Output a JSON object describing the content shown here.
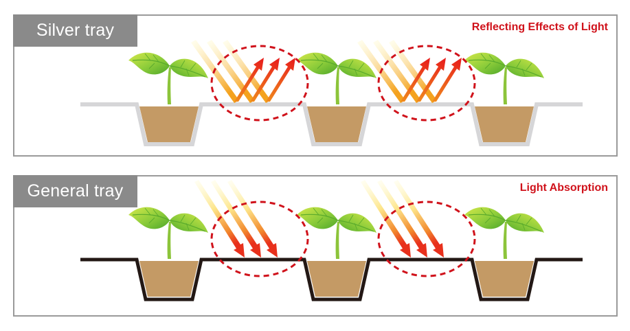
{
  "panels": [
    {
      "id": "silver",
      "label": "Silver tray",
      "caption": "Reflecting Effects of Light",
      "tray_color": "#d6d6d8",
      "light_behavior": "reflect"
    },
    {
      "id": "general",
      "label": "General tray",
      "caption": "Light Absorption",
      "tray_color": "#231815",
      "light_behavior": "absorb"
    }
  ],
  "colors": {
    "panel_label_bg": "#8a8a8a",
    "caption_red": "#d0121b",
    "soil": "#c49a65",
    "highlight_dash": "#d0121b",
    "leaf_light": "#c6e03c",
    "leaf_dark": "#5fb52e",
    "ray_start": "#fff7b0",
    "ray_mid": "#f2a31b",
    "ray_end": "#e8201c"
  },
  "icons": {
    "plant": "seedling-icon",
    "light": "light-ray-arrow-icon",
    "highlight": "dashed-ellipse"
  }
}
